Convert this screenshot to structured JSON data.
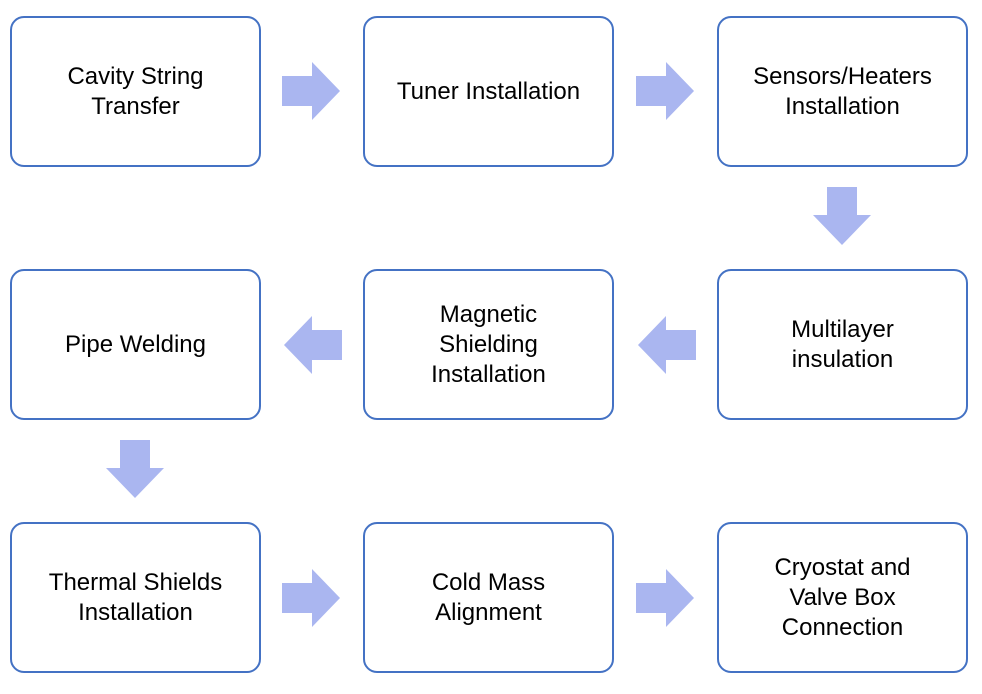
{
  "colors": {
    "box_border": "#4472c4",
    "arrow_fill": "#aab6f0",
    "text": "#000000",
    "background": "#ffffff"
  },
  "steps": [
    {
      "label": "Cavity String\nTransfer"
    },
    {
      "label": "Tuner Installation"
    },
    {
      "label": "Sensors/Heaters\nInstallation"
    },
    {
      "label": "Multilayer\ninsulation"
    },
    {
      "label": "Magnetic\nShielding\nInstallation"
    },
    {
      "label": "Pipe Welding"
    },
    {
      "label": "Thermal Shields\nInstallation"
    },
    {
      "label": "Cold Mass\nAlignment"
    },
    {
      "label": "Cryostat and\nValve Box\nConnection"
    }
  ],
  "arrows": [
    {
      "direction": "right"
    },
    {
      "direction": "right"
    },
    {
      "direction": "down"
    },
    {
      "direction": "left"
    },
    {
      "direction": "left"
    },
    {
      "direction": "down"
    },
    {
      "direction": "right"
    },
    {
      "direction": "right"
    }
  ]
}
